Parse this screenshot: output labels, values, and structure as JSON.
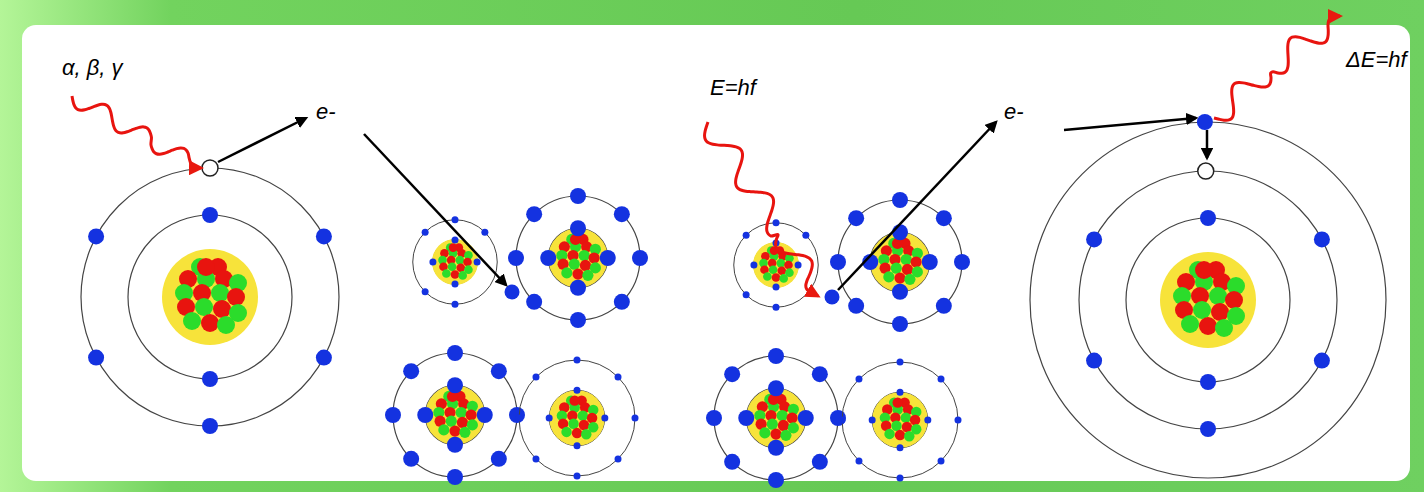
{
  "diagram": {
    "labels": [
      "α, β, γ",
      "e-",
      "E=hf",
      "e-",
      "ΔE=hf"
    ]
  }
}
